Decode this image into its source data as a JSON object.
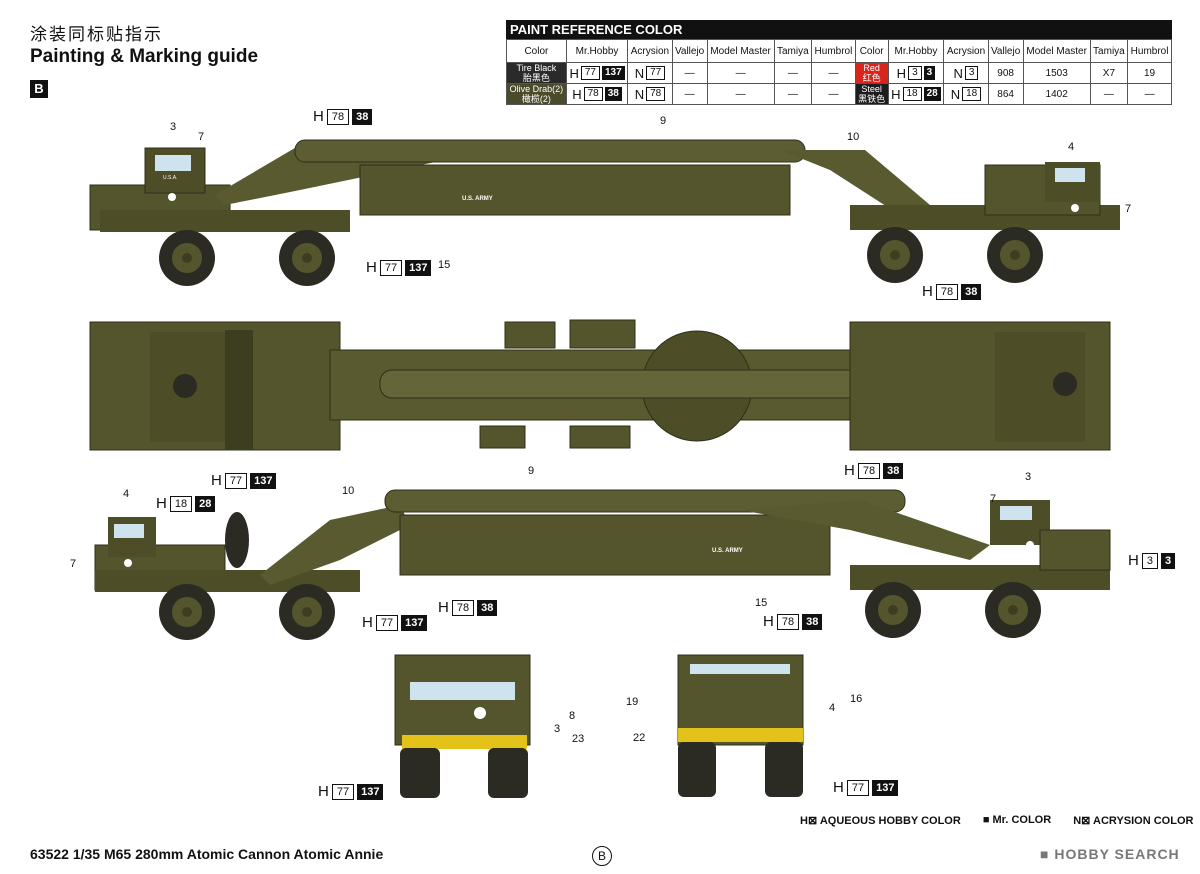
{
  "header": {
    "title_cn": "涂装同标贴指示",
    "title_en": "Painting & Marking guide",
    "sheet_letter": "B"
  },
  "paint_table": {
    "title": "PAINT REFERENCE COLOR",
    "columns": [
      "Color",
      "Mr.Hobby",
      "Acrysion",
      "Vallejo",
      "Model Master",
      "Tamiya",
      "Humbrol"
    ],
    "left_rows": [
      {
        "color_en": "Tire Black",
        "color_cn": "胎黑色",
        "h_white": "77",
        "h_black": "137",
        "n": "77",
        "vallejo": "—",
        "model_master": "—",
        "tamiya": "—",
        "humbrol": "—"
      },
      {
        "color_en": "Olive Drab(2)",
        "color_cn": "橄榄(2)",
        "h_white": "78",
        "h_black": "38",
        "n": "78",
        "vallejo": "—",
        "model_master": "—",
        "tamiya": "—",
        "humbrol": "—"
      }
    ],
    "right_rows": [
      {
        "color_en": "Red",
        "color_cn": "红色",
        "h_white": "3",
        "h_black": "3",
        "n": "3",
        "vallejo": "908",
        "model_master": "1503",
        "tamiya": "X7",
        "humbrol": "19"
      },
      {
        "color_en": "Steel",
        "color_cn": "黑铁色",
        "h_white": "18",
        "h_black": "28",
        "n": "18",
        "vallejo": "864",
        "model_master": "1402",
        "tamiya": "—",
        "humbrol": "—"
      }
    ]
  },
  "callouts": [
    {
      "h": "H",
      "w": "78",
      "k": "38"
    },
    {
      "h": "H",
      "w": "77",
      "k": "137"
    },
    {
      "h": "H",
      "w": "78",
      "k": "38"
    },
    {
      "h": "H",
      "w": "77",
      "k": "137"
    },
    {
      "h": "H",
      "w": "18",
      "k": "28"
    },
    {
      "h": "H",
      "w": "78",
      "k": "38"
    },
    {
      "h": "H",
      "w": "3",
      "k": "3"
    },
    {
      "h": "H",
      "w": "77",
      "k": "137"
    },
    {
      "h": "H",
      "w": "78",
      "k": "38"
    },
    {
      "h": "H",
      "w": "78",
      "k": "38"
    },
    {
      "h": "H",
      "w": "77",
      "k": "137"
    },
    {
      "h": "H",
      "w": "77",
      "k": "137"
    }
  ],
  "part_numbers": {
    "n3a": "3",
    "n7a": "7",
    "n9a": "9",
    "n10a": "10",
    "n4a": "4",
    "n7b": "7",
    "n15a": "15",
    "n4b": "4",
    "n7c": "7",
    "n10b": "10",
    "n9b": "9",
    "n3b": "3",
    "n7d": "7",
    "n15b": "15",
    "n8": "8",
    "n3c": "3",
    "n23": "23",
    "n19": "19",
    "n16": "16",
    "n4c": "4",
    "n22": "22"
  },
  "markings": {
    "us_army": "U.S. ARMY",
    "usa": "U.S.A."
  },
  "legend": {
    "aqueous": "AQUEOUS HOBBY COLOR",
    "mr_color": "Mr. COLOR",
    "acrysion": "ACRYSION COLOR",
    "h_letter": "H",
    "n_letter": "N"
  },
  "footer": {
    "product": "63522 1/35 M65 280mm Atomic Cannon Atomic Annie",
    "page": "B",
    "watermark": "HOBBY SEARCH"
  },
  "colors": {
    "olive": "#55552d",
    "olive_dark": "#3d3d20",
    "tire": "#2b2b24",
    "red": "#d8261f",
    "hazard_yellow": "#e3c21a"
  }
}
